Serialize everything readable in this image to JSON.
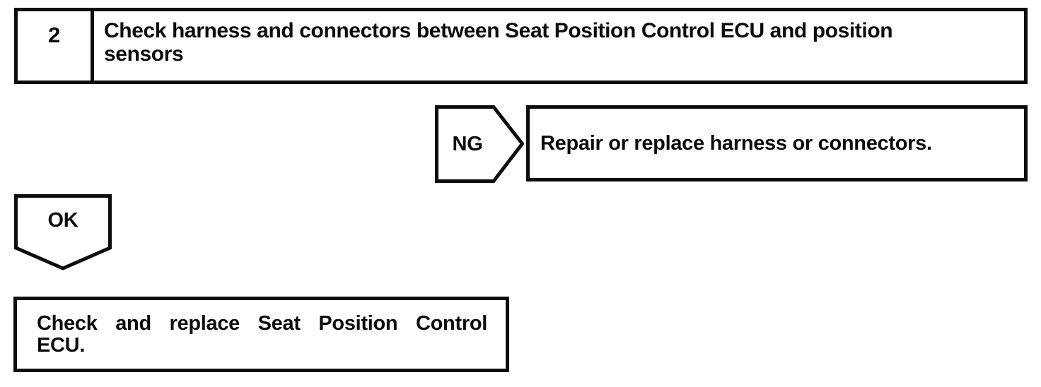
{
  "colors": {
    "ink": "#0c0c0c",
    "paper": "#ffffff"
  },
  "step_box": {
    "number": "2",
    "instruction_lines": [
      "Check harness and connectors between Seat Position Control ECU and position",
      "sensors"
    ]
  },
  "ng_branch": {
    "label": "NG",
    "result": "Repair or replace harness or connectors."
  },
  "ok_branch": {
    "label": "OK",
    "result_lines": [
      "Check and replace Seat Position Control",
      "ECU."
    ]
  }
}
